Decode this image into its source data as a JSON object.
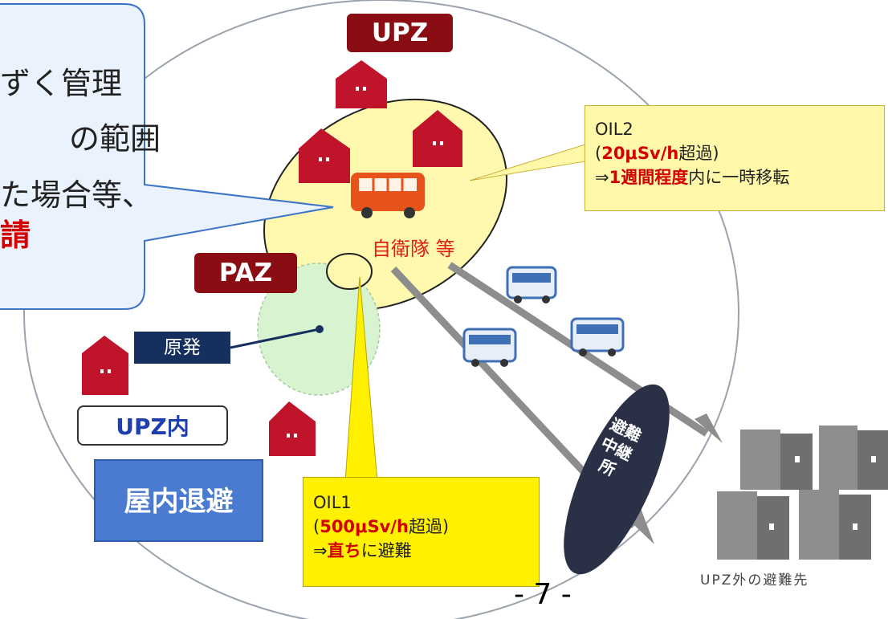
{
  "zones": {
    "upz": "UPZ",
    "paz": "PAZ",
    "upz_inside": "UPZ内"
  },
  "plant_label": "原発",
  "shelter_label": "屋内退避",
  "self_defense_label": "自衛隊 等",
  "oil2": {
    "title": "OIL2",
    "line1_a": "(",
    "line1_b": "20μSv/h",
    "line1_c": "超過)",
    "line2_a": "⇒",
    "line2_b": "1週間程度",
    "line2_c": "内に一時移転"
  },
  "oil1": {
    "title": "OIL1",
    "line1_a": "(",
    "line1_b": "500μSv/h",
    "line1_c": "超過)",
    "line2_a": "⇒",
    "line2_b": "直ち",
    "line2_c": "に避難"
  },
  "relay_point": "避難中継所",
  "destination_label": "UPZ外の避難先",
  "page_number": "- 7 -",
  "callout": {
    "line1": "ずく管理",
    "line2": "の範囲",
    "line3": "た場合等、",
    "line4": "請"
  },
  "colors": {
    "house": "#c0142a",
    "bus_orange": "#e8531b",
    "zone_fill": "#fff9b0",
    "paz_fill": "#d8f3cf",
    "arrow": "#8d8d8d",
    "relay_oval": "#2a3146",
    "building": "#8e8e8e"
  }
}
